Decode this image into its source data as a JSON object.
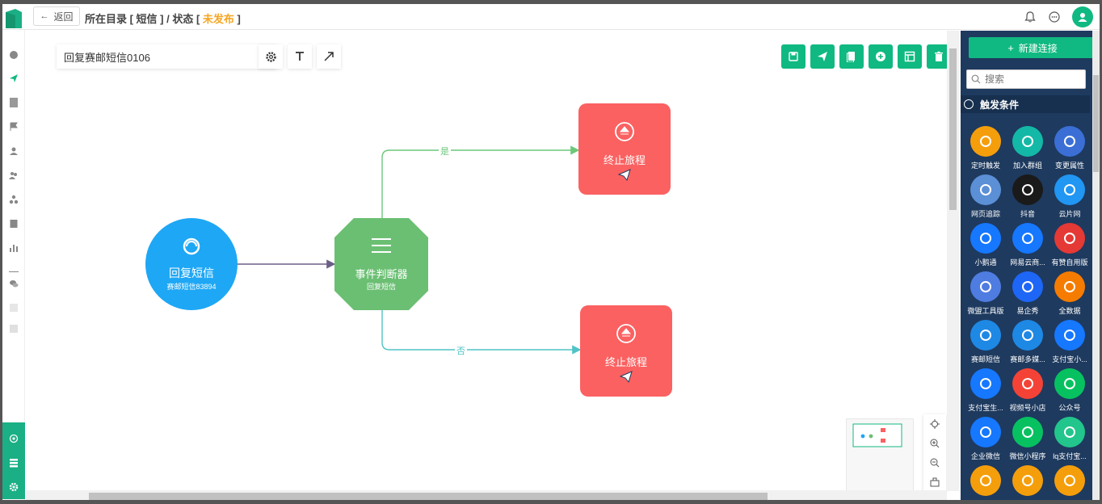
{
  "topbar": {
    "back_label": "返回",
    "breadcrumb_prefix": "所在目录 [ 短信 ] / 状态 [ ",
    "status": "未发布",
    "breadcrumb_suffix": " ]"
  },
  "toolbar": {
    "journey_name": "回复赛邮短信0106"
  },
  "flow": {
    "start_node": {
      "title": "回复短信",
      "subtitle": "赛邮短信83894"
    },
    "decision_node": {
      "title": "事件判断器",
      "subtitle": "回复短信"
    },
    "end_node_top": {
      "title": "终止旅程"
    },
    "end_node_bottom": {
      "title": "终止旅程"
    },
    "edge_yes_label": "是",
    "edge_no_label": "否"
  },
  "panel": {
    "new_connection_label": "新建连接",
    "search_placeholder": "搜索",
    "section_title": "触发条件",
    "items": [
      {
        "label": "定时触发",
        "color": "#f59e0b",
        "icon": "clock-icon"
      },
      {
        "label": "加入群组",
        "color": "#14b8a6",
        "icon": "user-add-icon"
      },
      {
        "label": "变更属性",
        "color": "#3b6fd6",
        "icon": "edit-icon"
      },
      {
        "label": "网页追踪",
        "color": "#5b8fd6",
        "icon": "web-track-icon"
      },
      {
        "label": "抖音",
        "color": "#1a1a1a",
        "icon": "tiktok-icon"
      },
      {
        "label": "云片网",
        "color": "#2196f3",
        "icon": "cloud-link-icon"
      },
      {
        "label": "小鹅通",
        "color": "#1677ff",
        "icon": "goose-icon"
      },
      {
        "label": "网易云商...",
        "color": "#1677ff",
        "icon": "netease-icon"
      },
      {
        "label": "有赞自用版",
        "color": "#e53935",
        "icon": "youzan-icon"
      },
      {
        "label": "微盟工具版",
        "color": "#4f7ce0",
        "icon": "weimob-icon"
      },
      {
        "label": "易企秀",
        "color": "#1e66f5",
        "icon": "eqxiu-icon"
      },
      {
        "label": "全数据",
        "color": "#f57c00",
        "icon": "leaf-icon"
      },
      {
        "label": "赛邮短信",
        "color": "#1e88e5",
        "icon": "submail-icon"
      },
      {
        "label": "赛邮多媒...",
        "color": "#1e88e5",
        "icon": "submail-media-icon"
      },
      {
        "label": "支付宝小...",
        "color": "#1677ff",
        "icon": "alipay-mini-icon"
      },
      {
        "label": "支付宝生...",
        "color": "#1677ff",
        "icon": "alipay-life-icon"
      },
      {
        "label": "视频号小店",
        "color": "#f44336",
        "icon": "video-shop-icon"
      },
      {
        "label": "公众号",
        "color": "#07c160",
        "icon": "wechat-icon"
      },
      {
        "label": "企业微信",
        "color": "#1677ff",
        "icon": "wecom-icon"
      },
      {
        "label": "微信小程序",
        "color": "#07c160",
        "icon": "miniprogram-icon"
      },
      {
        "label": "lq支付宝...",
        "color": "#22c58b",
        "icon": "wrench-icon"
      },
      {
        "label": "",
        "color": "#f59e0b",
        "icon": "wrench-icon"
      },
      {
        "label": "",
        "color": "#f59e0b",
        "icon": "wrench-icon"
      },
      {
        "label": "",
        "color": "#f59e0b",
        "icon": "wrench-icon"
      }
    ]
  }
}
